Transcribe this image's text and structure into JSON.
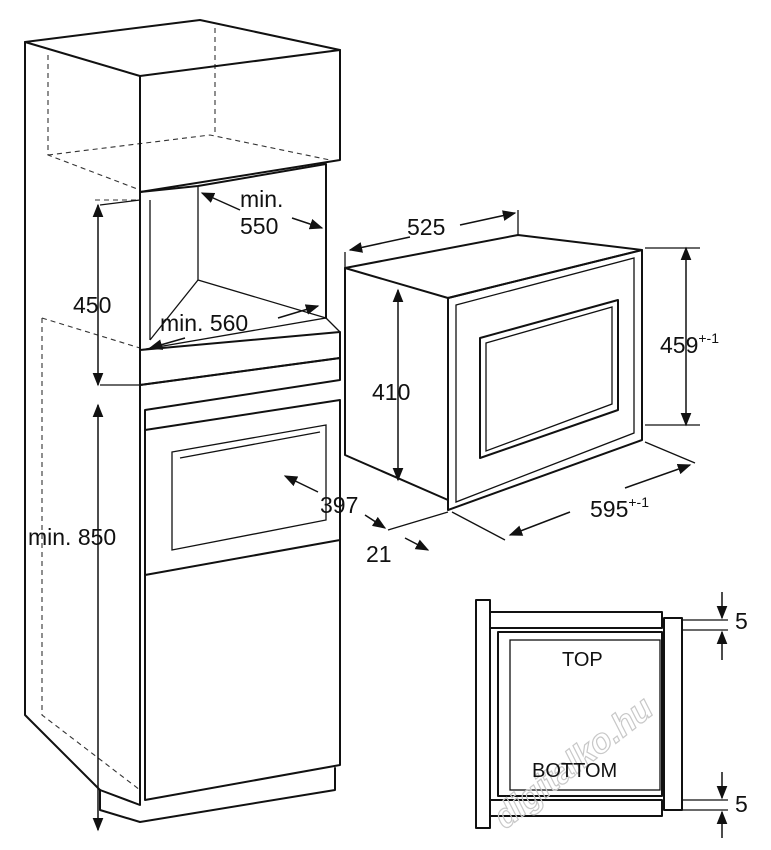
{
  "diagram": {
    "dimensions": {
      "cabinet_min_width": "min.\n550",
      "cabinet_min_depth": "min. 560",
      "cabinet_height": "450",
      "cabinet_min_floor_height": "min. 850",
      "oven_depth_top": "525",
      "oven_height_body": "410",
      "oven_front_height": "459",
      "oven_front_height_tol": "+-1",
      "oven_width": "595",
      "oven_width_tol": "+-1",
      "oven_depth_side": "397",
      "front_thickness": "21",
      "gap_top": "5",
      "gap_bottom": "5"
    },
    "labels": {
      "top": "TOP",
      "bottom": "BOTTOM"
    },
    "watermark": "digitalko.hu"
  }
}
